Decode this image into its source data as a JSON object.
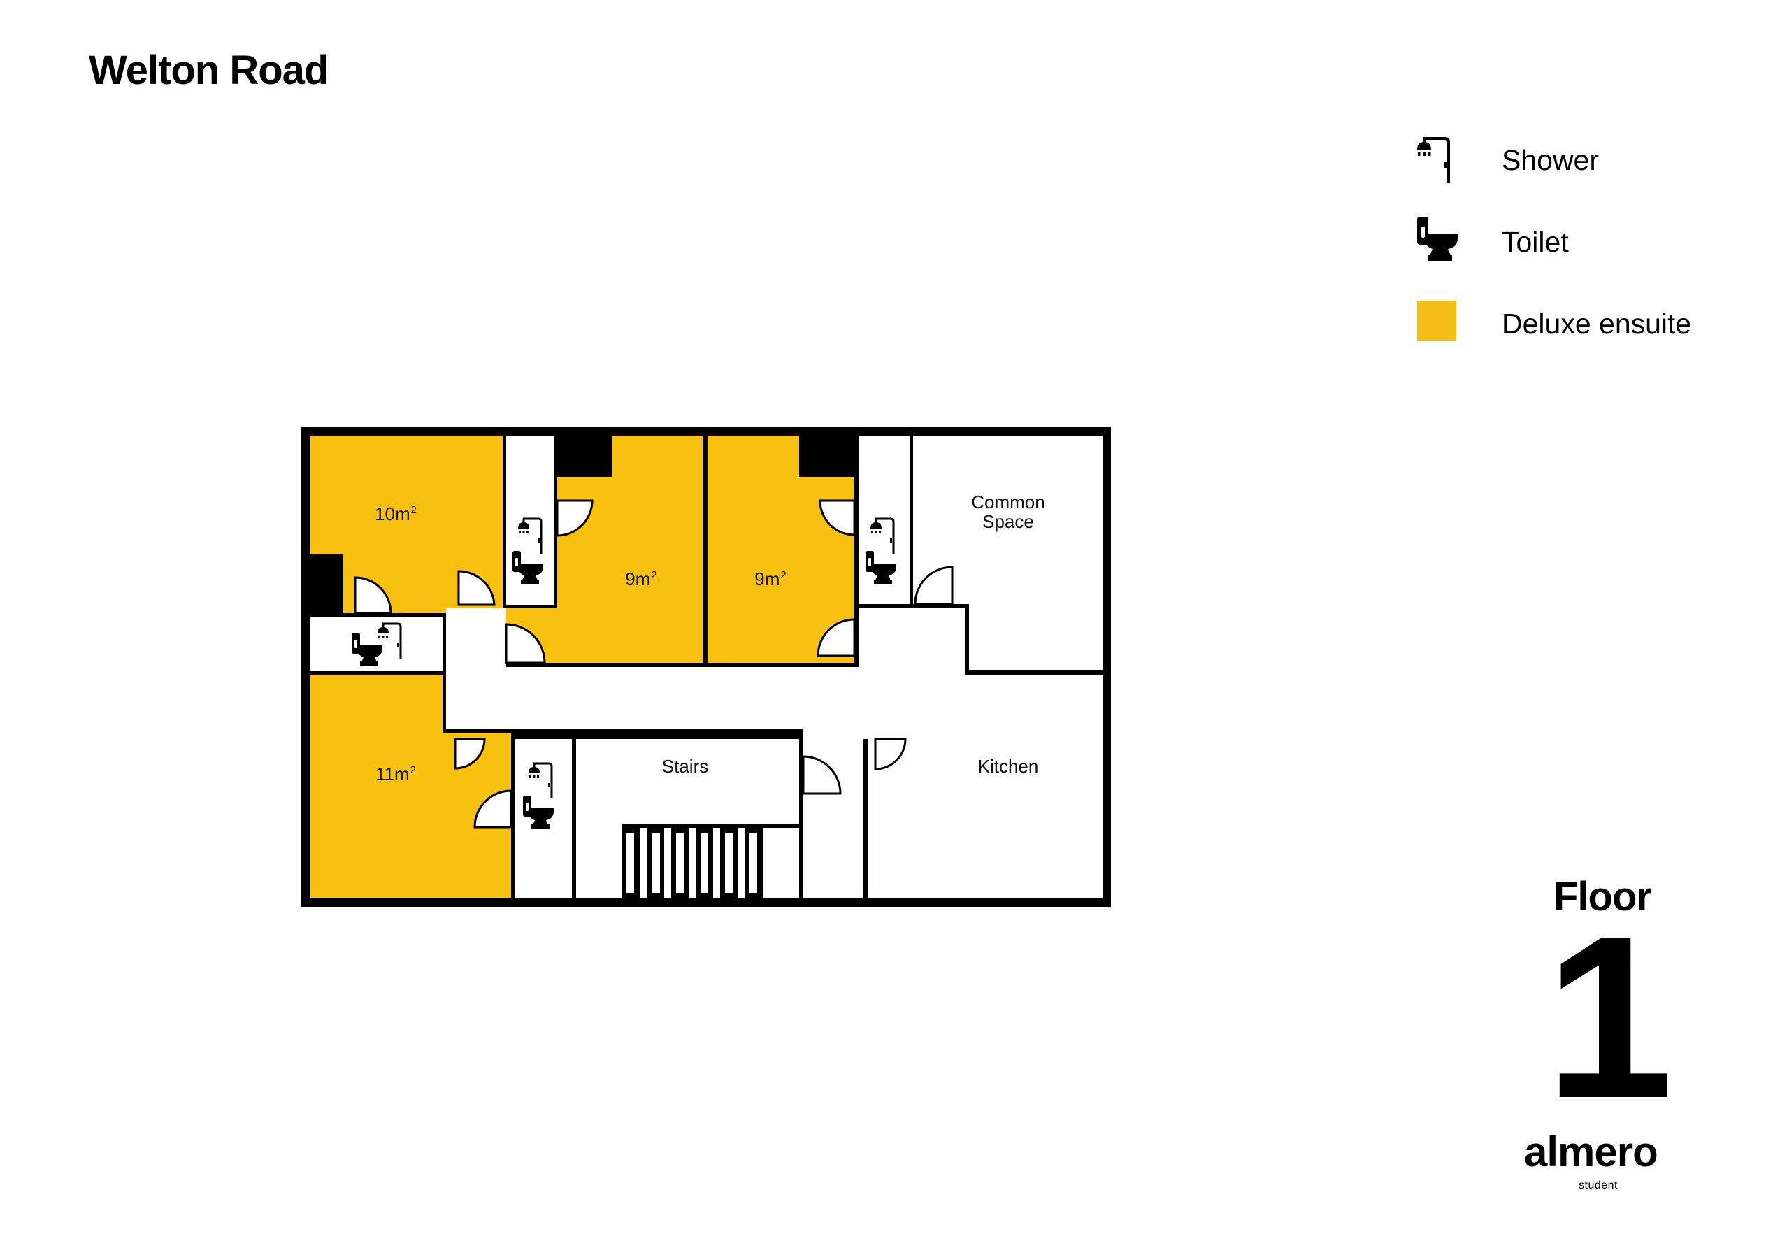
{
  "header": {
    "title": "Welton Road"
  },
  "legend": {
    "items": [
      {
        "icon": "shower-icon",
        "label": "Shower"
      },
      {
        "icon": "toilet-icon",
        "label": "Toilet"
      },
      {
        "icon": "deluxe-ensuite-swatch",
        "label": "Deluxe ensuite",
        "color": "#F5BE17"
      }
    ]
  },
  "colors": {
    "deluxe": "#F8C10F",
    "wall": "#000000",
    "background": "#FFFFFF"
  },
  "plan": {
    "rooms": [
      {
        "id": "room-a",
        "area": "10",
        "unit": "m",
        "sup": "2",
        "type": "Deluxe ensuite"
      },
      {
        "id": "room-b",
        "area": "9",
        "unit": "m",
        "sup": "2",
        "type": "Deluxe ensuite"
      },
      {
        "id": "room-c",
        "area": "9",
        "unit": "m",
        "sup": "2",
        "type": "Deluxe ensuite"
      },
      {
        "id": "room-d",
        "area": "11",
        "unit": "m",
        "sup": "2",
        "type": "Deluxe ensuite"
      }
    ],
    "common_space": {
      "line1": "Common",
      "line2": "Space"
    },
    "kitchen": "Kitchen",
    "stairs": "Stairs"
  },
  "floor": {
    "word": "Floor",
    "number": "1"
  },
  "brand": {
    "name": "almero",
    "sub": "student"
  }
}
